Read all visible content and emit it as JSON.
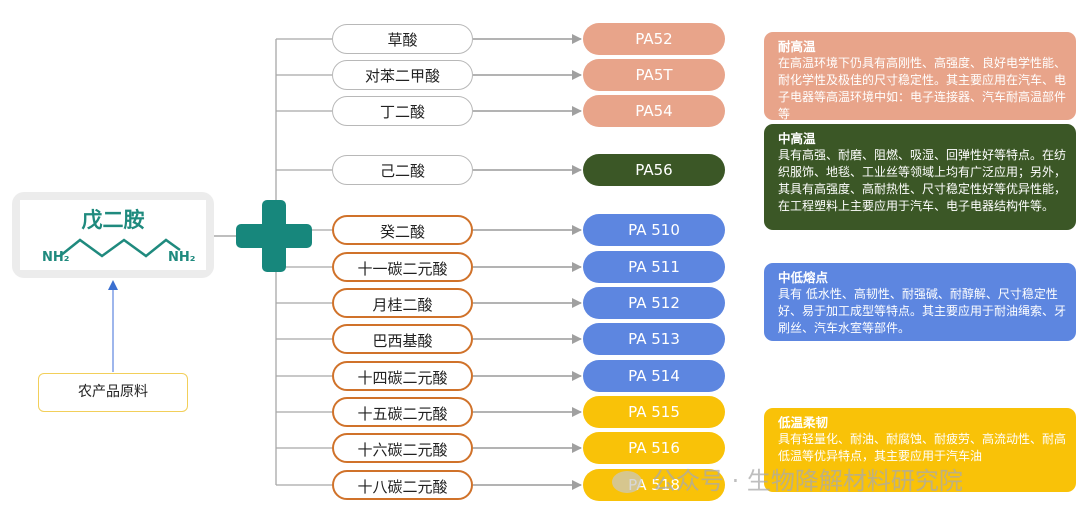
{
  "main": {
    "title": "戊二胺",
    "nh2_left": "NH₂",
    "nh2_right": "NH₂"
  },
  "source": {
    "label": "农产品原料"
  },
  "rows": [
    {
      "acid": "草酸",
      "polymer": "PA52",
      "color": "salmon",
      "acid_style": "gray"
    },
    {
      "acid": "对苯二甲酸",
      "polymer": "PA5T",
      "color": "salmon",
      "acid_style": "gray"
    },
    {
      "acid": "丁二酸",
      "polymer": "PA54",
      "color": "salmon",
      "acid_style": "gray"
    },
    {
      "acid": "己二酸",
      "polymer": "PA56",
      "color": "green",
      "acid_style": "gray"
    },
    {
      "acid": "癸二酸",
      "polymer": "PA 510",
      "color": "blue",
      "acid_style": "orange"
    },
    {
      "acid": "十一碳二元酸",
      "polymer": "PA 511",
      "color": "blue",
      "acid_style": "orange"
    },
    {
      "acid": "月桂二酸",
      "polymer": "PA 512",
      "color": "blue",
      "acid_style": "orange"
    },
    {
      "acid": "巴西基酸",
      "polymer": "PA 513",
      "color": "blue",
      "acid_style": "orange"
    },
    {
      "acid": "十四碳二元酸",
      "polymer": "PA 514",
      "color": "blue",
      "acid_style": "orange"
    },
    {
      "acid": "十五碳二元酸",
      "polymer": "PA 515",
      "color": "yellow",
      "acid_style": "orange"
    },
    {
      "acid": "十六碳二元酸",
      "polymer": "PA 516",
      "color": "yellow",
      "acid_style": "orange"
    },
    {
      "acid": "十八碳二元酸",
      "polymer": "PA 518",
      "color": "yellow",
      "acid_style": "orange"
    }
  ],
  "descriptions": [
    {
      "title": "耐高温",
      "body": "在高温环境下仍具有高刚性、高强度、良好电学性能、耐化学性及极佳的尺寸稳定性。其主要应用在汽车、电子电器等高温环境中如：电子连接器、汽车耐高温部件等",
      "color": "salmon"
    },
    {
      "title": "中高温",
      "body": "具有高强、耐磨、阻燃、吸湿、回弹性好等特点。在纺织服饰、地毯、工业丝等领域上均有广泛应用；另外，其具有高强度、高耐热性、尺寸稳定性好等优异性能，在工程塑料上主要应用于汽车、电子电器结构件等。",
      "color": "green"
    },
    {
      "title": "中低熔点",
      "body": "具有 低水性、高韧性、耐强碱、耐醇解、尺寸稳定性好、易于加工成型等特点。其主要应用于耐油绳索、牙刷丝、汽车水室等部件。",
      "color": "blue"
    },
    {
      "title": "低温柔韧",
      "body": "具有轻量化、耐油、耐腐蚀、耐疲劳、高流动性、耐高低温等优异特点，其主要应用于汽车油",
      "color": "yellow"
    }
  ],
  "watermark": "公众号 · 生物降解材料研究院",
  "colors": {
    "salmon": "#e8a48a",
    "green": "#3b5726",
    "blue": "#5d86e0",
    "yellow": "#f9c208",
    "teal": "#17877c",
    "orange": "#d0722a"
  }
}
